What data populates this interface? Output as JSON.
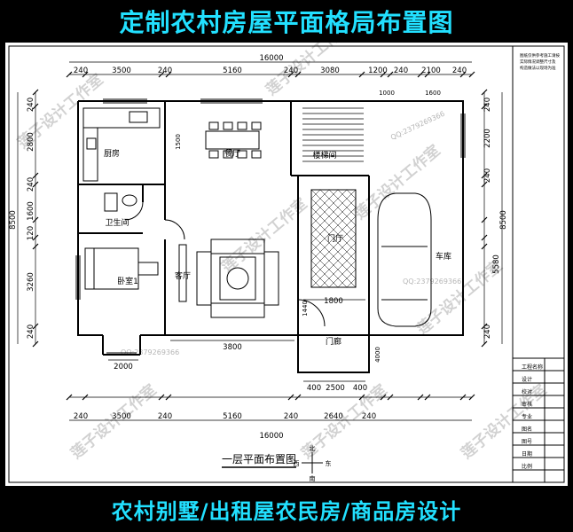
{
  "top_banner": "定制农村房屋平面格局布置图",
  "bottom_banner": "农村别墅/出租屋农民房/商品房设计",
  "drawing_title": "一层平面布置图",
  "dims": {
    "top_total": "16000",
    "top_segments": [
      "240",
      "3500",
      "240",
      "5160",
      "240",
      "3080",
      "1200",
      "240",
      "2100",
      "240"
    ],
    "top_sub": [
      "1000",
      "1600"
    ],
    "bottom_total": "16000",
    "bottom_segments": [
      "240",
      "3500",
      "240",
      "5160",
      "240",
      "2640",
      "240"
    ],
    "left_total": "8500",
    "left_segments": [
      "240",
      "2800",
      "240",
      "1600",
      "120",
      "3260",
      "240"
    ],
    "right_total": "8500",
    "right_outer": "5580",
    "right_segments": [
      "240",
      "2200",
      "240",
      "240"
    ],
    "inner": [
      "3800",
      "2000",
      "1500",
      "1800",
      "1440",
      "2500",
      "400",
      "400",
      "4000"
    ]
  },
  "rooms": {
    "kitchen": "厨房",
    "dining": "餐厅",
    "stair": "楼梯间",
    "bathroom": "卫生间",
    "bedroom": "卧室1",
    "living": "客厅",
    "foyer": "门厅",
    "garage": "车库",
    "porch": "门廊"
  },
  "compass": {
    "north": "北",
    "south": "南",
    "east": "东",
    "west": "西"
  },
  "watermark": "莲子设计工作室",
  "qq": "QQ:2379269366",
  "title_block": {
    "notes": [
      "图纸仅供参考施工请按",
      "实际情况调整尺寸及",
      "构造做法以现场为准"
    ],
    "rows": [
      "工程名称",
      "设计",
      "校对",
      "审核",
      "专业",
      "图名",
      "图号",
      "日期",
      "比例"
    ]
  }
}
